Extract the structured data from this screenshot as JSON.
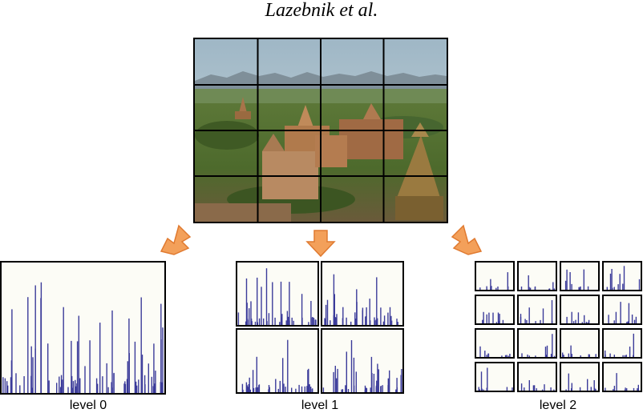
{
  "header": {
    "title": "Lazebnik et al."
  },
  "photo": {
    "grid_rows": 4,
    "grid_cols": 4
  },
  "colors": {
    "arrow_fill": "#f3a05a",
    "arrow_stroke": "#e07a30",
    "bar": "#3b3b9a",
    "panel_bg": "#fcfcf6"
  },
  "levels": [
    {
      "label": "level 0",
      "grid": 1
    },
    {
      "label": "level 1",
      "grid": 2
    },
    {
      "label": "level 2",
      "grid": 4
    }
  ]
}
